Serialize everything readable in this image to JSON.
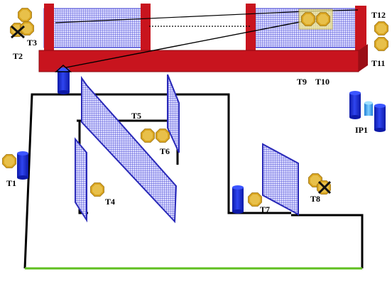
{
  "labels": {
    "t1": "T1",
    "t2": "T2",
    "t3": "T3",
    "t4": "T4",
    "t5": "T5",
    "t6": "T6",
    "t7": "T7",
    "t8": "T8",
    "t9": "T9",
    "t10": "T10",
    "t11": "T11",
    "t12": "T12",
    "ip1": "IP1"
  },
  "colors": {
    "platform": "#c8141e",
    "mesh": "#3a3ad0",
    "mesh_fill": "#d7d7ff",
    "cylinder": "#1a2fd8",
    "target": "#d9a520",
    "floor_line": "#5fbf1f",
    "wall": "#000000",
    "highlight": "#f3e98a"
  },
  "icons": {
    "target": "octagon-target-icon",
    "cylinder": "barrel-icon",
    "neutralized": "x-mark-icon"
  }
}
